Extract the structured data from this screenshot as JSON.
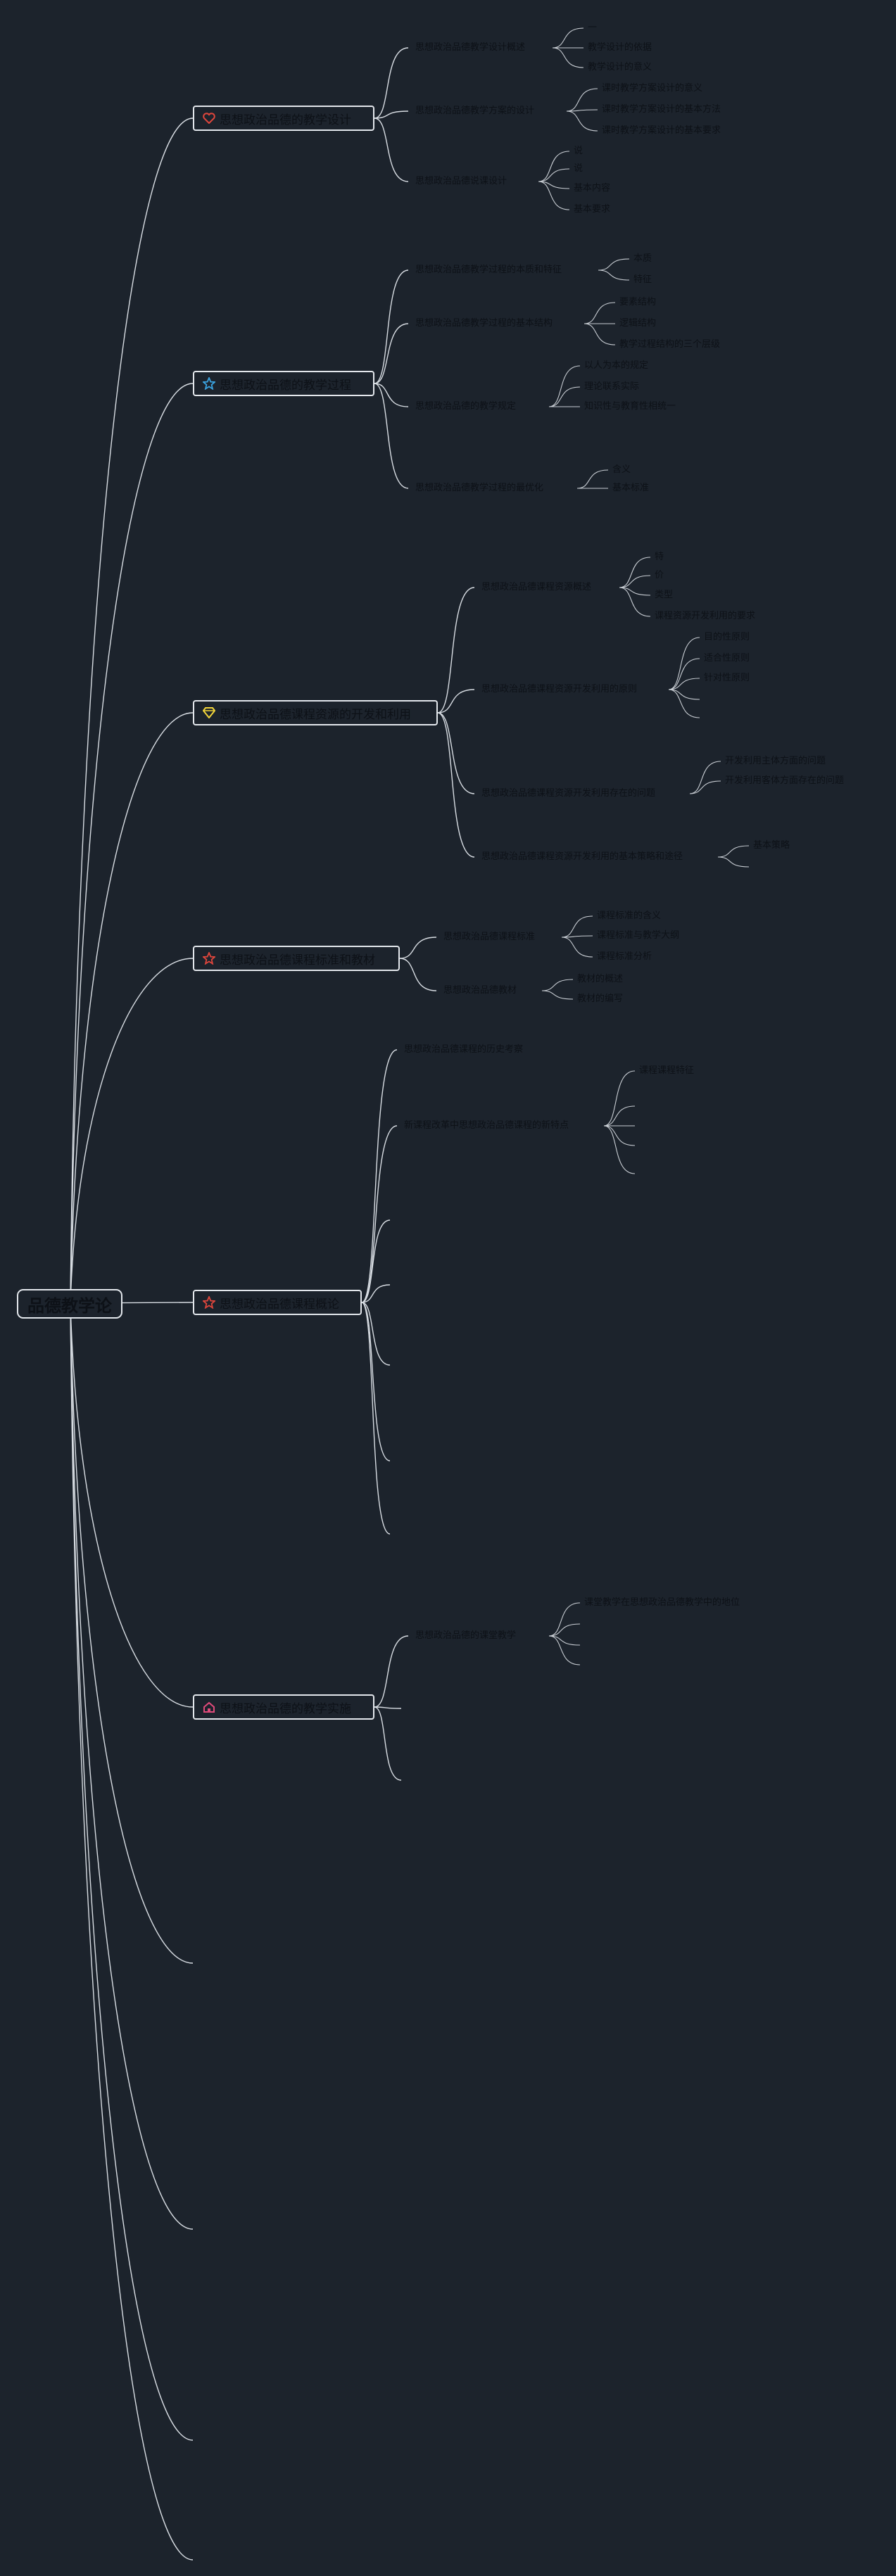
{
  "root": {
    "label": "品德教学论"
  },
  "topics": [
    {
      "label": "思想政治品德的教学设计",
      "icon": "heart-icon",
      "icon_color": "#e0463c",
      "subs": [
        {
          "label": "思想政治品德教学设计概述",
          "leaves": [
            "一",
            "教学设计的依据",
            "教学设计的意义"
          ]
        },
        {
          "label": "思想政治品德教学方案的设计",
          "leaves": [
            "课时教学方案设计的意义",
            "课时教学方案设计的基本方法",
            "课时教学方案设计的基本要求"
          ]
        },
        {
          "label": "思想政治品德说课设计",
          "leaves": [
            "说",
            "说",
            "基本内容",
            "基本要求"
          ]
        }
      ]
    },
    {
      "label": "思想政治品德的教学过程",
      "icon": "star-icon",
      "icon_color": "#3ba3e0",
      "subs": [
        {
          "label": "思想政治品德教学过程的本质和特征",
          "leaves": [
            "本质",
            "特征"
          ]
        },
        {
          "label": "思想政治品德教学过程的基本结构",
          "leaves": [
            "要素结构",
            "逻辑结构",
            "教学过程结构的三个层级"
          ]
        },
        {
          "label": "思想政治品德的教学规定",
          "leaves": [
            "以人为本的规定",
            "理论联系实际",
            "知识性与教育性相统一"
          ]
        },
        {
          "label": "思想政治品德教学过程的最优化",
          "leaves": [
            "含义",
            "基本标准"
          ]
        }
      ]
    },
    {
      "label": "思想政治品德课程资源的开发和利用",
      "icon": "diamond-icon",
      "icon_color": "#f2d43a",
      "subs": [
        {
          "label": "思想政治品德课程资源概述",
          "leaves": [
            "特",
            "价",
            "类型",
            "课程资源开发利用的要求"
          ]
        },
        {
          "label": "思想政治品德课程资源开发利用的原则",
          "leaves": [
            "目的性原则",
            "适合性原则",
            "针对性原则",
            "",
            ""
          ]
        },
        {
          "label": "思想政治品德课程资源开发利用存在的问题",
          "leaves": [
            "开发利用主体方面的问题",
            "开发利用客体方面存在的问题"
          ]
        },
        {
          "label": "思想政治品德课程资源开发利用的基本策略和途径",
          "leaves": [
            "基本策略",
            ""
          ]
        }
      ]
    },
    {
      "label": "思想政治品德课程标准和教材",
      "icon": "star-icon",
      "icon_color": "#e0463c",
      "subs": [
        {
          "label": "思想政治品德课程标准",
          "leaves": [
            "课程标准的含义",
            "课程标准与教学大纲",
            "课程标准分析"
          ]
        },
        {
          "label": "思想政治品德教材",
          "leaves": [
            "教材的概述",
            "教材的编写"
          ]
        }
      ]
    },
    {
      "label": "思想政治品德课程概论",
      "icon": "star-icon",
      "icon_color": "#e0463c",
      "subs": [
        {
          "label": "思想政治品德课程的历史考察",
          "leaves": []
        },
        {
          "label": "新课程改革中思想政治品德课程的新特点",
          "leaves": [
            "课程课程特征",
            "",
            "",
            "",
            ""
          ]
        },
        {
          "label": "",
          "leaves": []
        },
        {
          "label": "",
          "leaves": []
        },
        {
          "label": "",
          "leaves": []
        },
        {
          "label": "",
          "leaves": []
        },
        {
          "label": "",
          "leaves": []
        }
      ]
    },
    {
      "label": "思想政治品德的教学实施",
      "icon": "home-icon",
      "icon_color": "#e04a7a",
      "subs": [
        {
          "label": "思想政治品德的课堂教学",
          "leaves": [
            "课堂教学在思想政治品德教学中的地位",
            "",
            "",
            ""
          ]
        },
        {
          "label": "",
          "leaves": []
        },
        {
          "label": "",
          "leaves": []
        }
      ]
    }
  ]
}
